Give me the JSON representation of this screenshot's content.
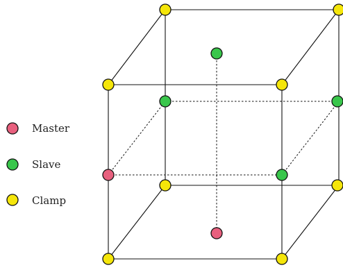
{
  "legend": {
    "items": [
      {
        "key": "master",
        "label": "Master",
        "color": "#e8607e"
      },
      {
        "key": "slave",
        "label": "Slave",
        "color": "#39c64b"
      },
      {
        "key": "clamp",
        "label": "Clamp",
        "color": "#f5e60a"
      }
    ]
  },
  "colors": {
    "master": "#e8607e",
    "slave": "#39c64b",
    "clamp": "#f5e60a",
    "stroke": "#111111"
  }
}
